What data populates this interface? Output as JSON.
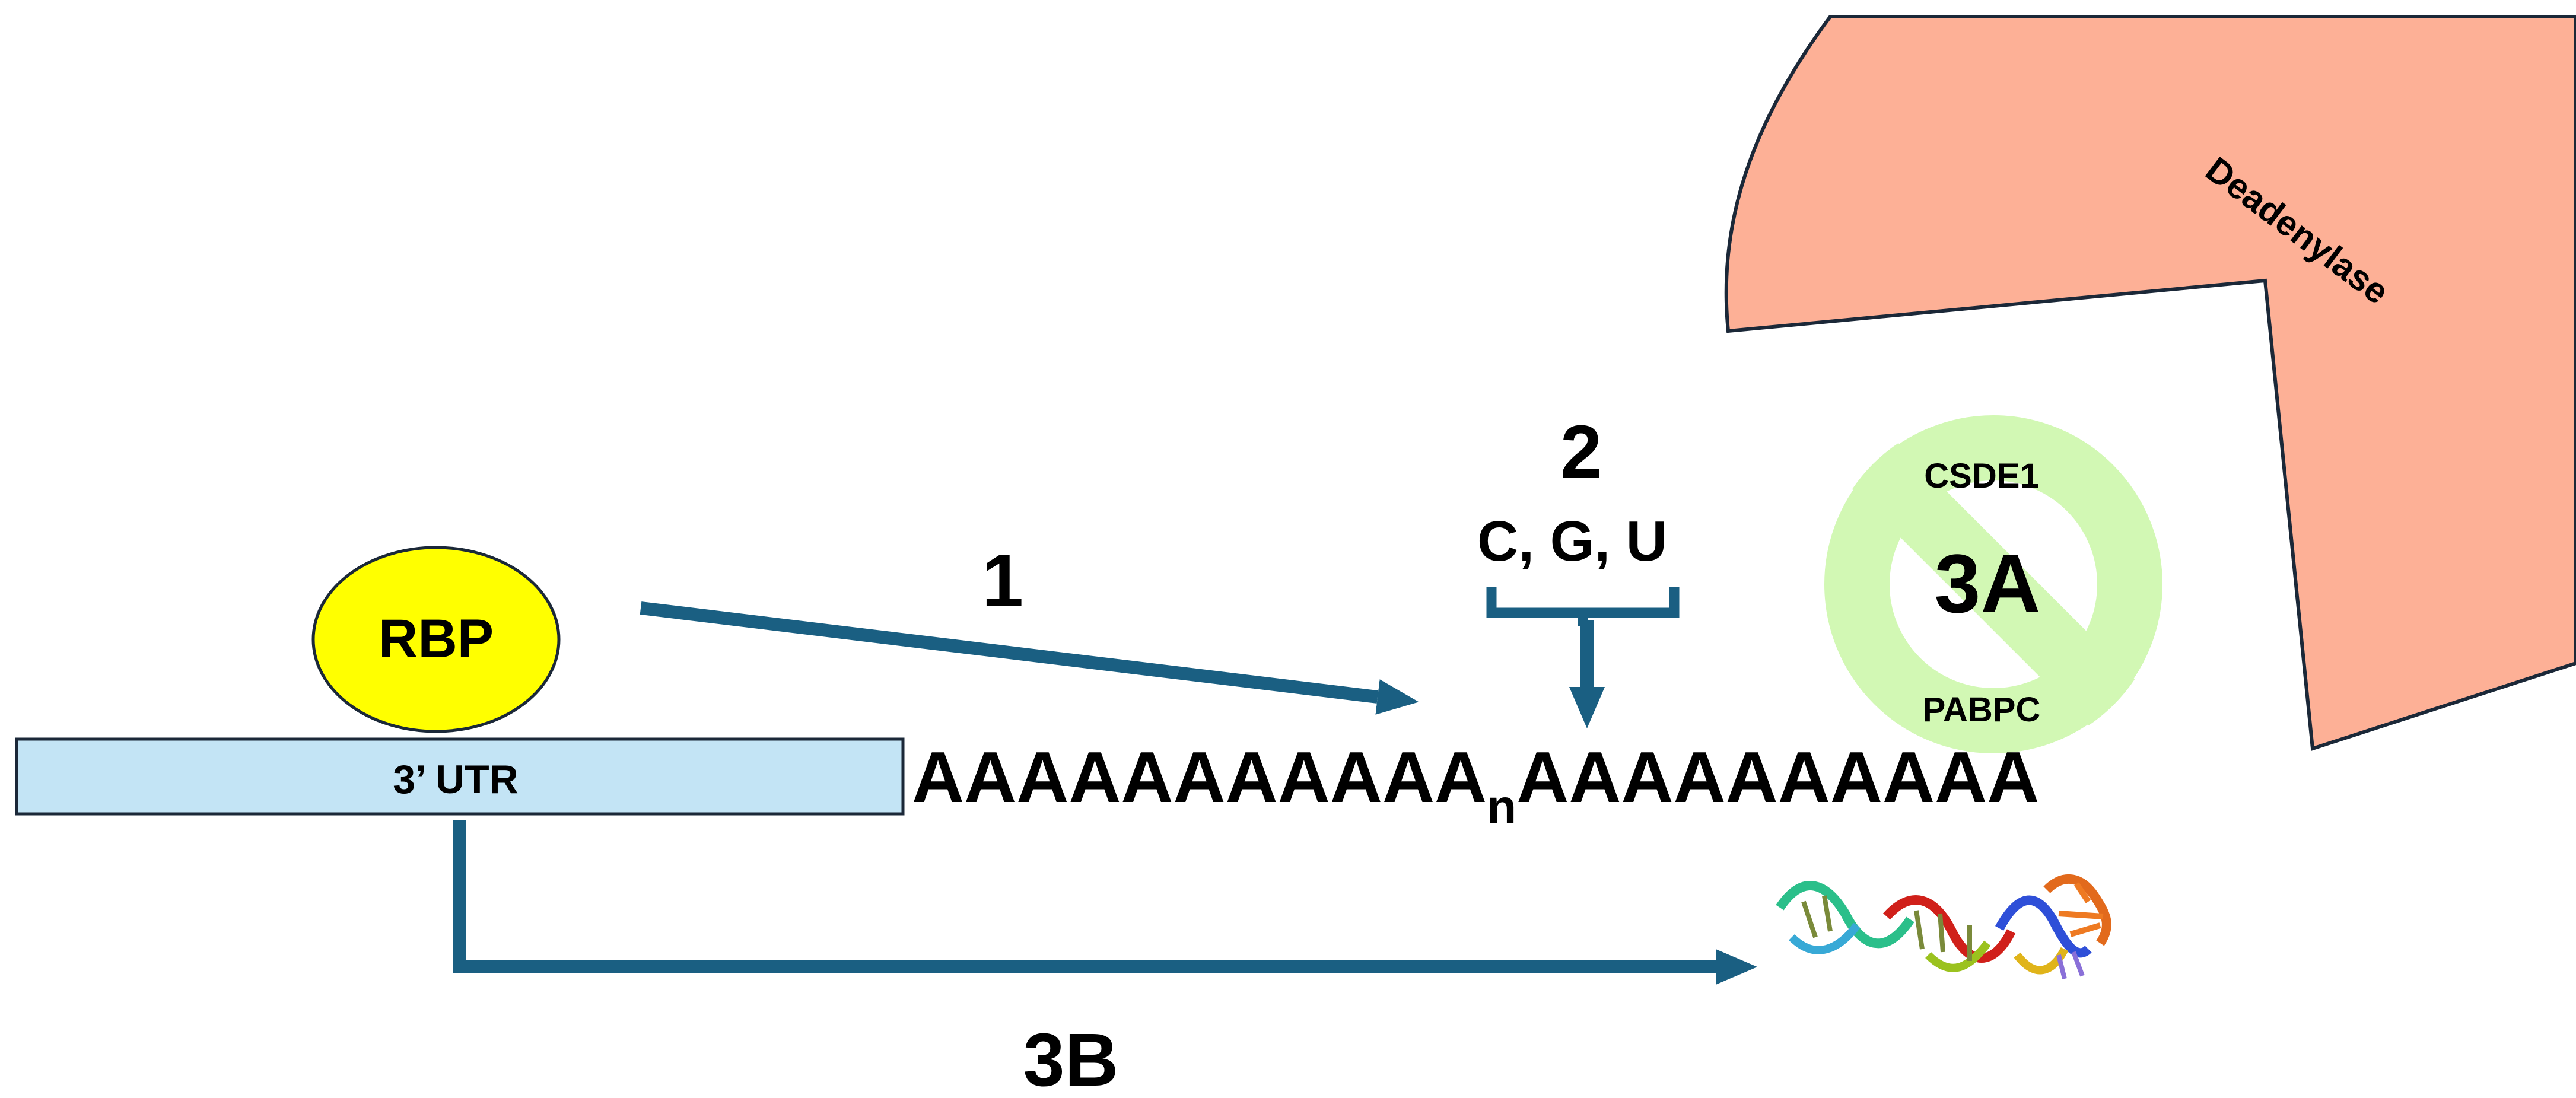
{
  "colors": {
    "arrow": "#1a5f82",
    "rbp_fill": "#ffff00",
    "utr_fill": "#c3e4f5",
    "deadenylase_fill": "#fdb096",
    "no_symbol": "#d2f8b4",
    "outline": "#1b2838"
  },
  "rbp": {
    "label": "RBP"
  },
  "utr": {
    "label": "3’ UTR"
  },
  "polya": {
    "left": "AAAAAAAAAAA",
    "subscript": "n",
    "right": "AAAAAAAAAA"
  },
  "pathway_1": {
    "label": "1"
  },
  "pathway_2": {
    "label": "2",
    "nucleotides": "C, G, U"
  },
  "pathway_3a": {
    "label": "3A",
    "top_protein": "CSDE1",
    "bottom_protein": "PABPC"
  },
  "pathway_3b": {
    "label": "3B"
  },
  "deadenylase": {
    "label": "Deadenylase"
  },
  "icons": {
    "no_symbol": "prohibition-icon",
    "structure": "rna-structure-icon"
  }
}
